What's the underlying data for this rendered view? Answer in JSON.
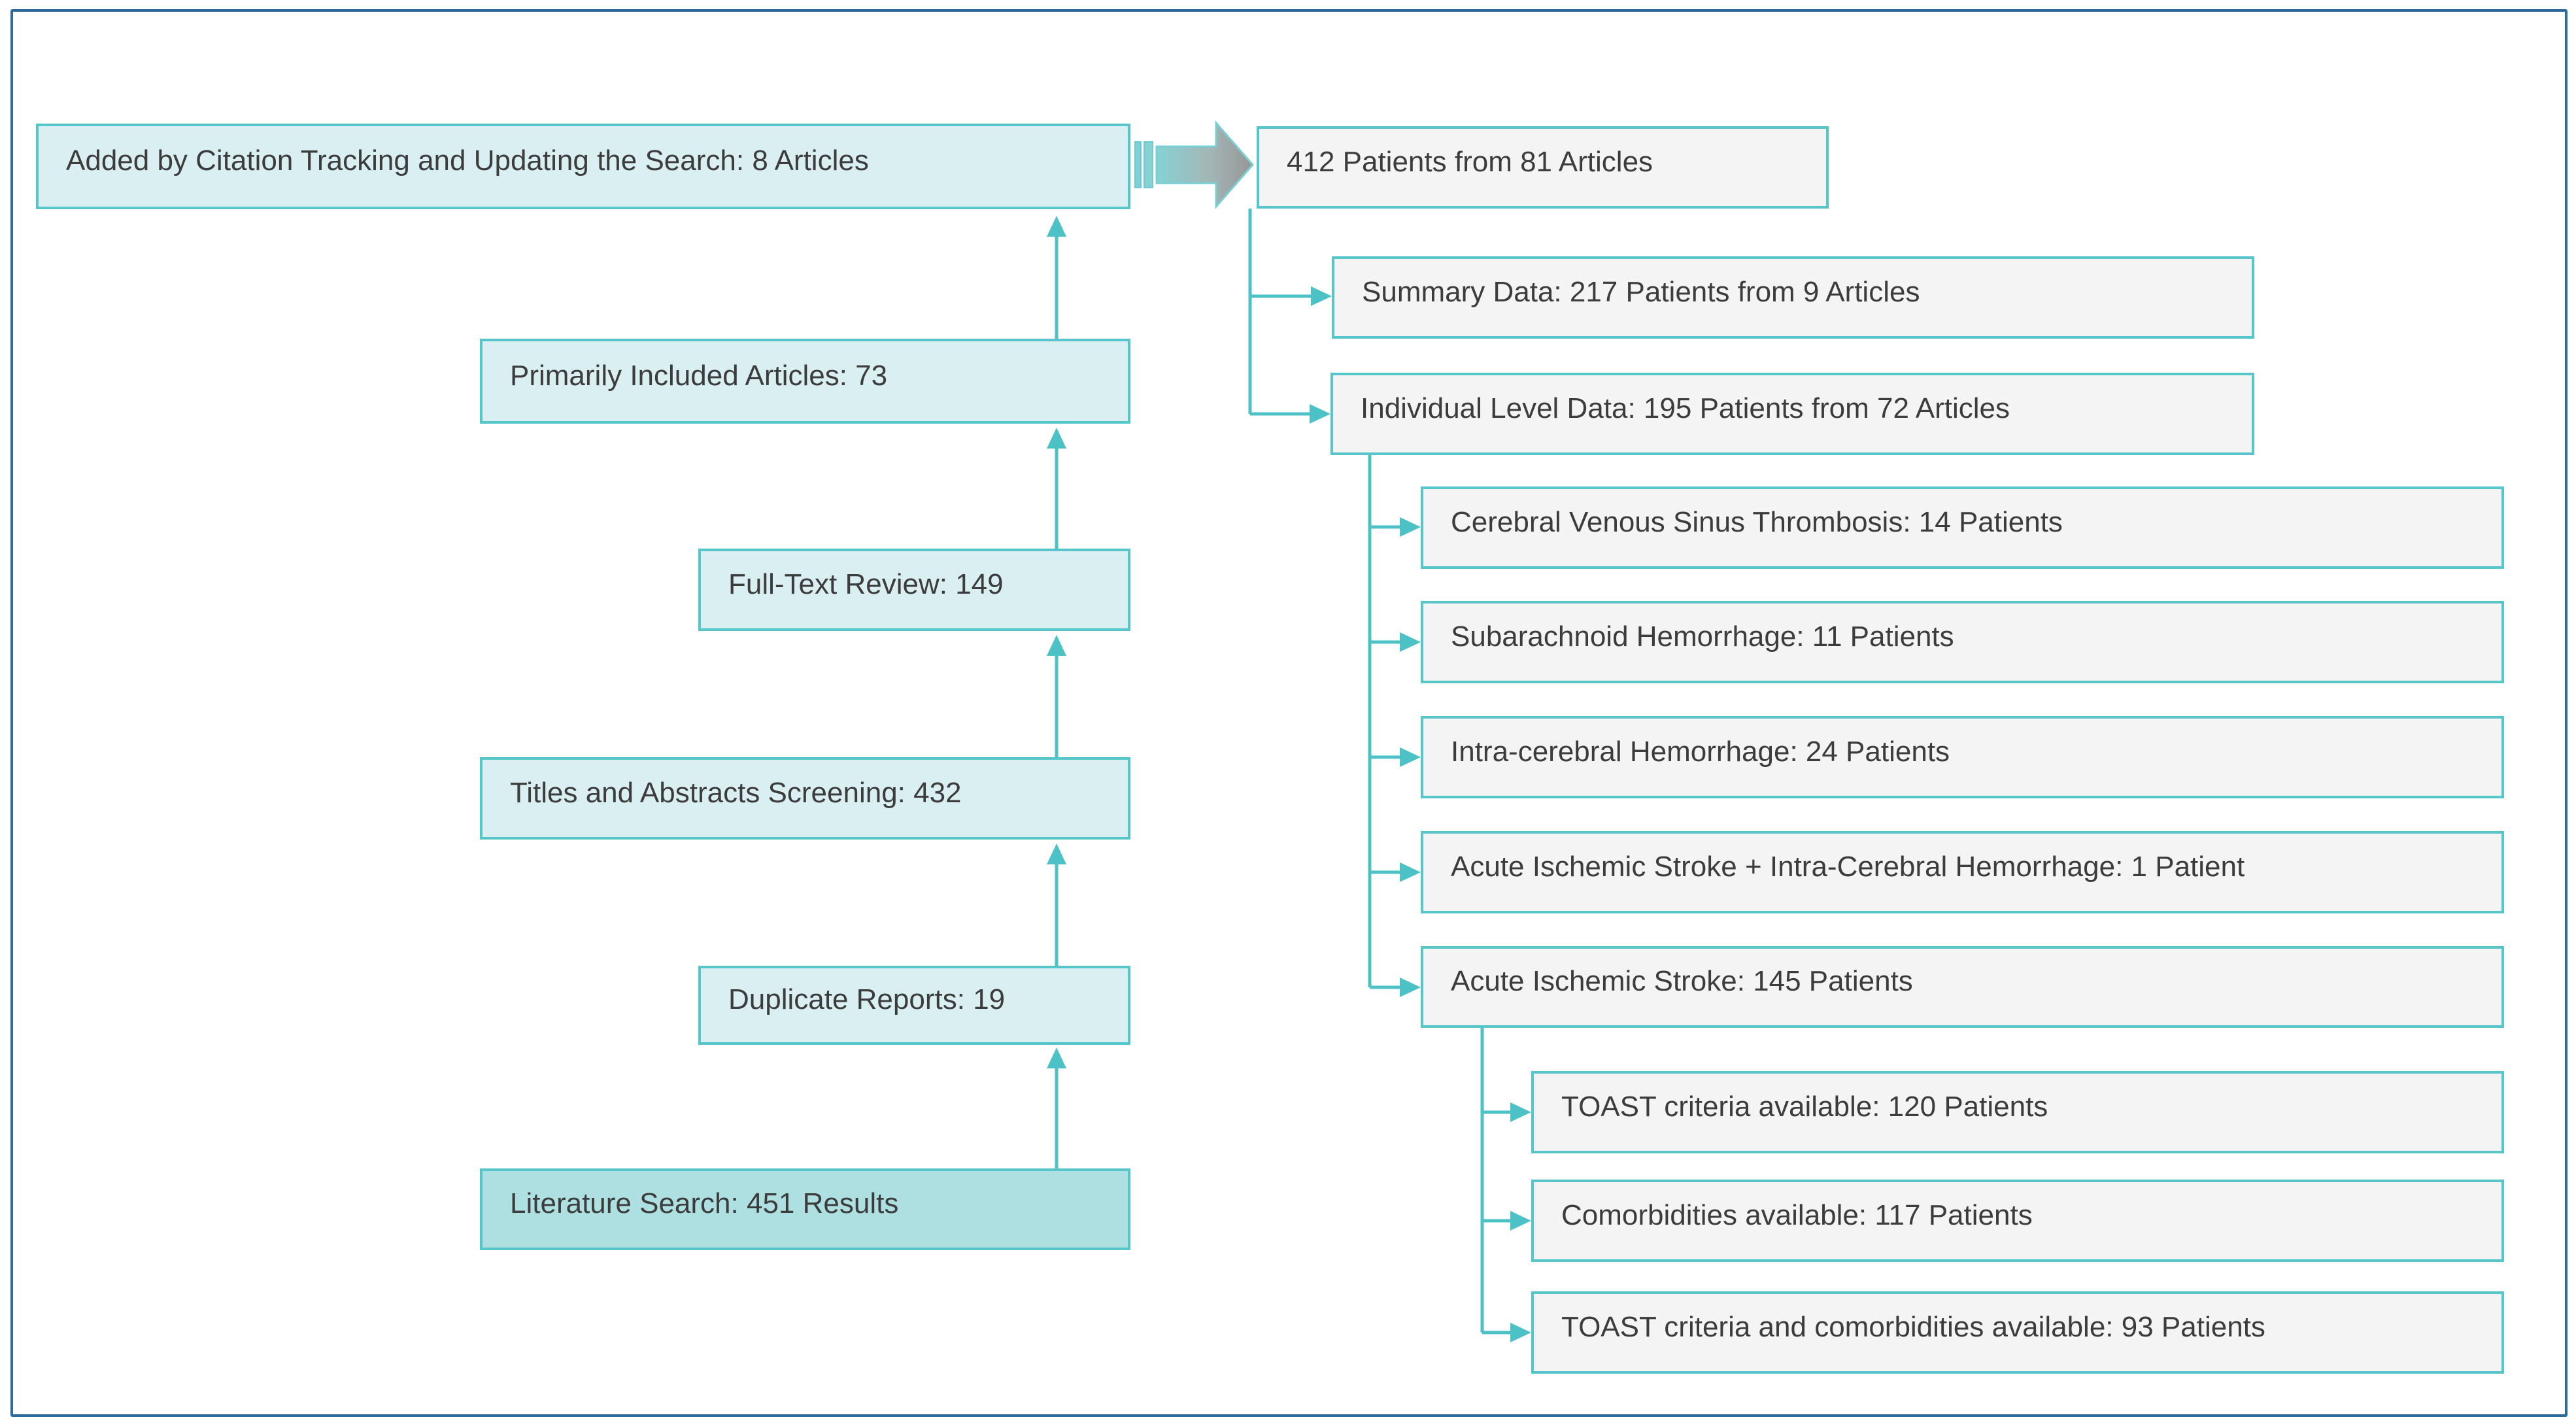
{
  "colors": {
    "teal": "#4cc2c6",
    "teal_border": "#56c6ca",
    "teal_fill": "#d9eff1",
    "teal_fill_dark": "#aee0e2",
    "gray_fill": "#f4f4f4",
    "frame_blue": "#2d6b9f",
    "text": "#3c3c3c",
    "arrow_gradient_start": "#85d2d4",
    "arrow_gradient_end": "#969696"
  },
  "boxes": {
    "citation_tracking": {
      "label": "Added by Citation Tracking and Updating the Search: 8 Articles"
    },
    "primarily_included": {
      "label": "Primarily Included Articles: 73"
    },
    "full_text_review": {
      "label": "Full-Text Review: 149"
    },
    "titles_abstracts": {
      "label": "Titles and Abstracts Screening: 432"
    },
    "duplicate_reports": {
      "label": "Duplicate Reports: 19"
    },
    "literature_search": {
      "label": "Literature Search: 451 Results"
    },
    "patients_total": {
      "label": "412 Patients from 81 Articles"
    },
    "summary_data": {
      "label": "Summary Data: 217 Patients from 9 Articles"
    },
    "individual_level": {
      "label": "Individual Level Data: 195 Patients from 72 Articles"
    },
    "cvst": {
      "label": "Cerebral Venous Sinus Thrombosis: 14 Patients"
    },
    "sah": {
      "label": "Subarachnoid Hemorrhage: 11 Patients"
    },
    "ich": {
      "label": "Intra-cerebral Hemorrhage: 24 Patients"
    },
    "ais_ich": {
      "label": "Acute Ischemic Stroke + Intra-Cerebral Hemorrhage: 1 Patient"
    },
    "ais": {
      "label": "Acute Ischemic Stroke: 145 Patients"
    },
    "toast": {
      "label": "TOAST criteria available: 120 Patients"
    },
    "comorbidities": {
      "label": "Comorbidities available: 117 Patients"
    },
    "toast_comorbidities": {
      "label": "TOAST criteria and comorbidities available: 93 Patients"
    }
  }
}
